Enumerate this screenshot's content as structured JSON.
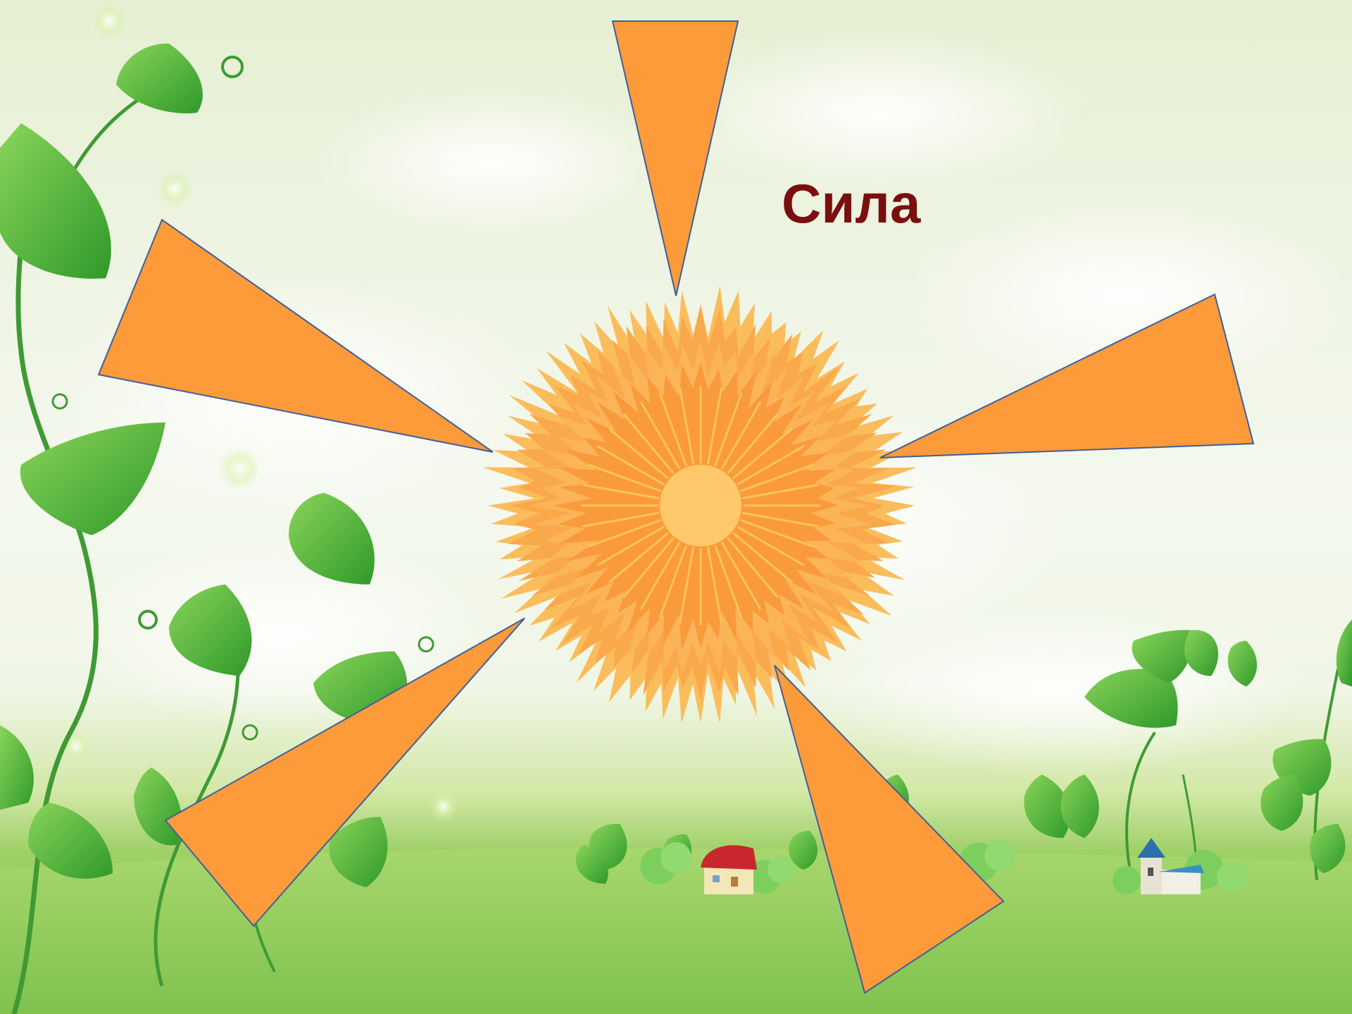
{
  "slide": {
    "title_word": "Сила"
  },
  "colors": {
    "ray_fill": "#fd9a3a",
    "ray_stroke": "#3f5f9a",
    "title_color": "#7a0f0f",
    "leaf_green": "#52b83a",
    "grass_green": "#8ccb58"
  },
  "illustration": {
    "sun": "sun-icon",
    "rays": [
      "ray-top",
      "ray-top-left",
      "ray-right",
      "ray-bottom-left",
      "ray-bottom-right"
    ],
    "background": "spring-meadow-with-vines-and-cottages"
  }
}
